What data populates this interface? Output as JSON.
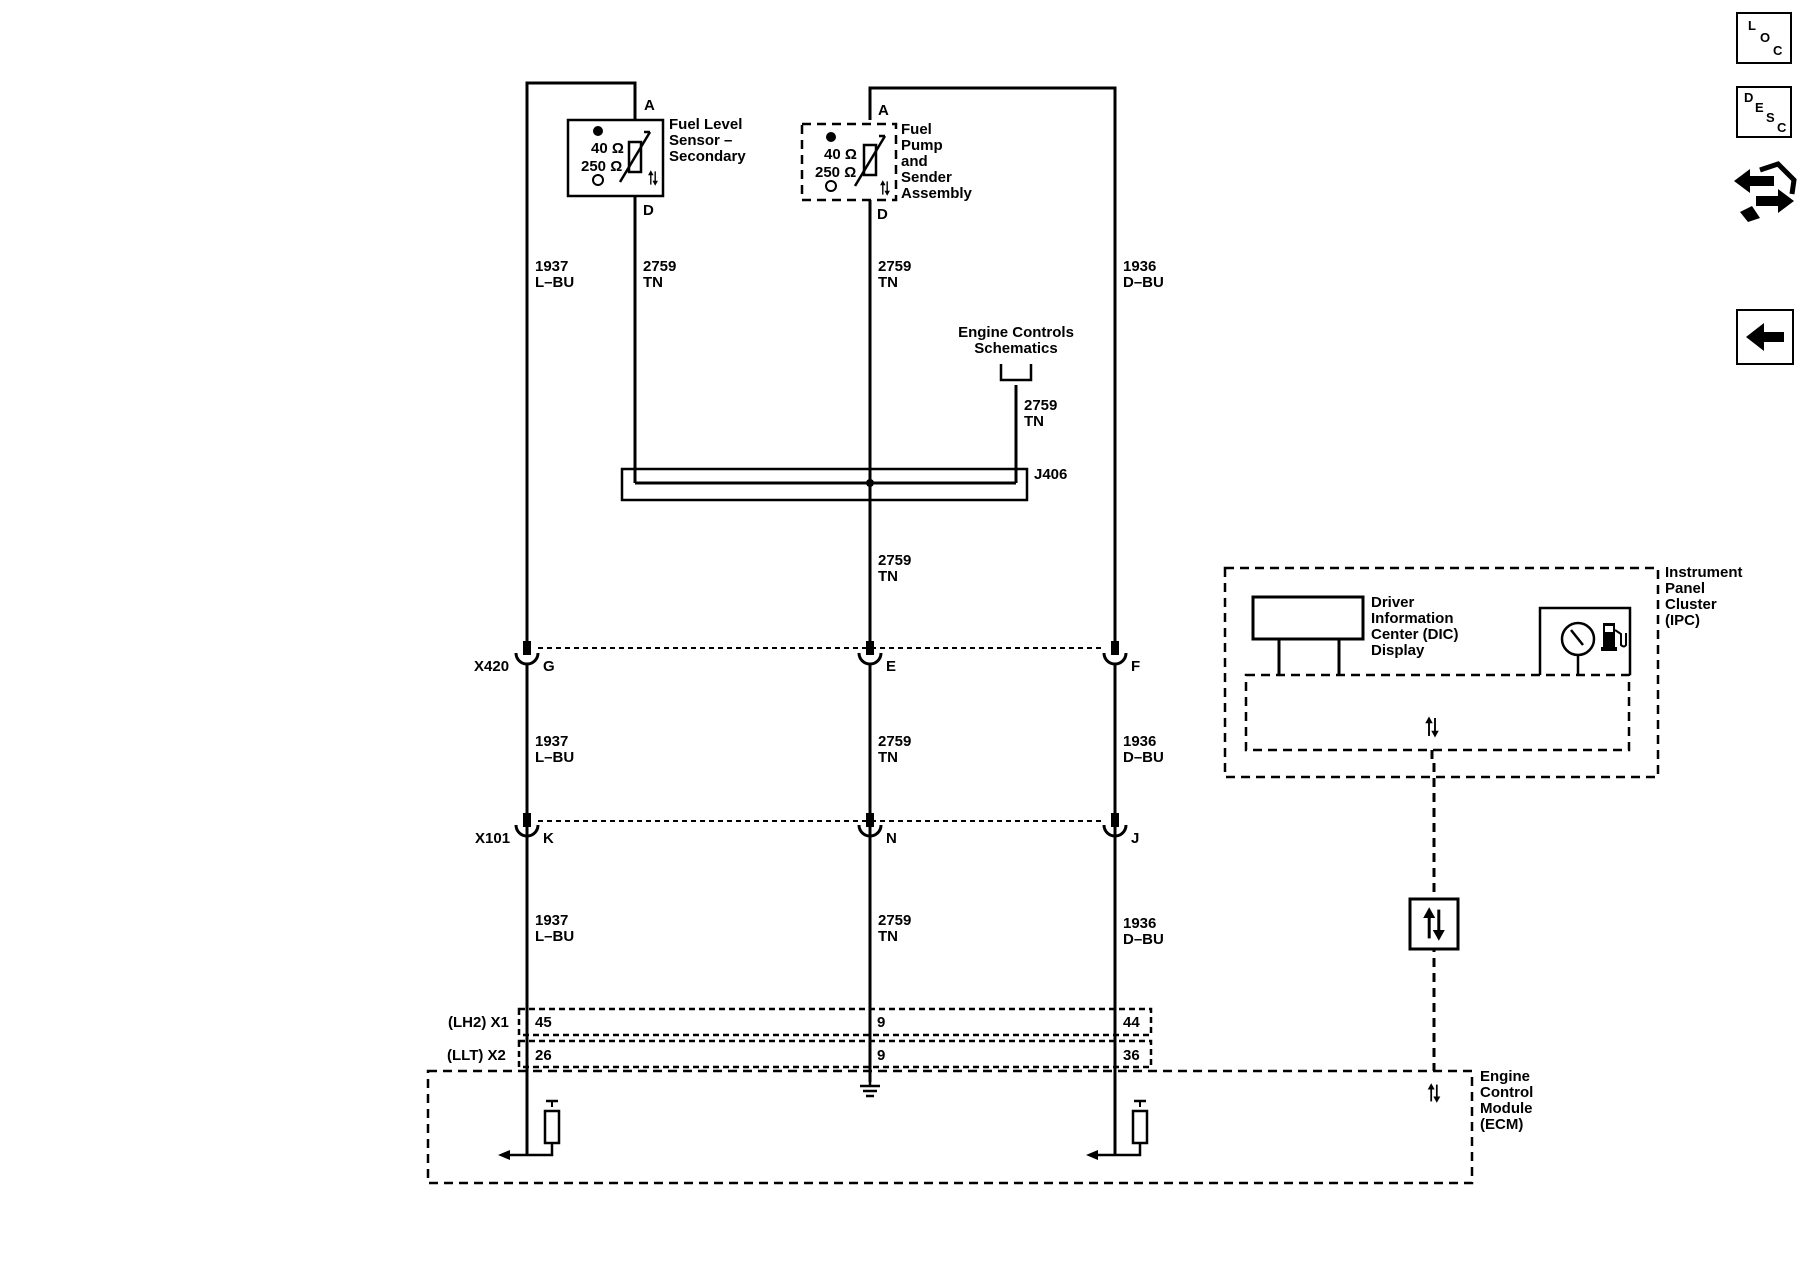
{
  "side_nav": {
    "loc": {
      "l1": "L",
      "l2": "O",
      "l3": "C"
    },
    "desc": {
      "l1": "D",
      "l2": "E",
      "l3": "S",
      "l4": "C"
    },
    "service_icon": "service-arrows-wrench-icon",
    "back_icon": "left-arrow-icon"
  },
  "components": {
    "fuel_level_sensor": {
      "line1": "Fuel Level",
      "line2": "Sensor –",
      "line3": "Secondary"
    },
    "fuel_pump": {
      "line1": "Fuel",
      "line2": "Pump",
      "line3": "and",
      "line4": "Sender",
      "line5": "Assembly"
    },
    "engine_controls": {
      "line1": "Engine Controls",
      "line2": "Schematics"
    },
    "ipc": {
      "line1": "Instrument",
      "line2": "Panel",
      "line3": "Cluster",
      "line4": "(IPC)"
    },
    "dic": {
      "line1": "Driver",
      "line2": "Information",
      "line3": "Center (DIC)",
      "line4": "Display"
    },
    "ecm": {
      "line1": "Engine",
      "line2": "Control",
      "line3": "Module",
      "line4": "(ECM)"
    }
  },
  "resistance": {
    "high": "40 Ω",
    "low": "250 Ω"
  },
  "pins": {
    "a": "A",
    "d": "D"
  },
  "splice": "J406",
  "connectors": {
    "x420": {
      "label": "X420",
      "left": "G",
      "mid": "E",
      "right": "F"
    },
    "x101": {
      "label": "X101",
      "left": "K",
      "mid": "N",
      "right": "J"
    },
    "x1": {
      "label": "(LH2) X1",
      "left": "45",
      "mid": "9",
      "right": "44"
    },
    "x2": {
      "label": "(LLT) X2",
      "left": "26",
      "mid": "9",
      "right": "36"
    }
  },
  "wires": {
    "w1937": {
      "circuit": "1937",
      "color": "L–BU"
    },
    "w2759": {
      "circuit": "2759",
      "color": "TN"
    },
    "w1936": {
      "circuit": "1936",
      "color": "D–BU"
    }
  }
}
